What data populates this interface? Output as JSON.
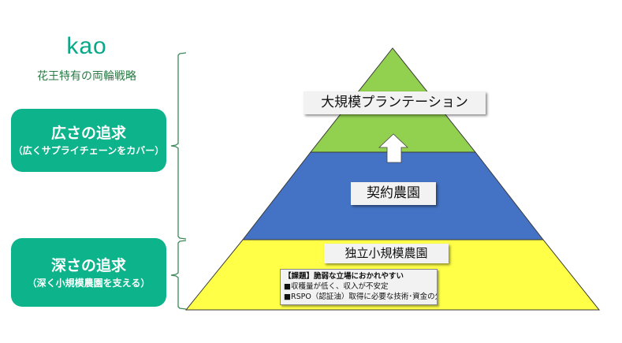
{
  "logo": {
    "text": "kao",
    "color": "#0aa888"
  },
  "subtitle": "花王特有の両輪戦略",
  "strategies": [
    {
      "title": "広さの追求",
      "subtitle": "（広くサプライチェーンをカバー）",
      "color": "#0db38a"
    },
    {
      "title": "深さの追求",
      "subtitle": "（深く小規模農園を支える）",
      "color": "#0db38a"
    }
  ],
  "pyramid": {
    "tiers": [
      {
        "label": "大規模プランテーション",
        "color": "#92d050"
      },
      {
        "label": "契約農園",
        "color": "#4472c4"
      },
      {
        "label": "独立小規模農園",
        "color": "#ffff48"
      }
    ],
    "arrow": {
      "direction": "up",
      "color": "#ffffff"
    },
    "issues": {
      "title": "【課題】脆弱な立場におかれやすい",
      "items": [
        "■収穫量が低く、収入が不安定",
        "■RSPO（認証油）取得に必要な技術･資金の欠如"
      ]
    }
  },
  "bracket_color": "#3c8a5a"
}
